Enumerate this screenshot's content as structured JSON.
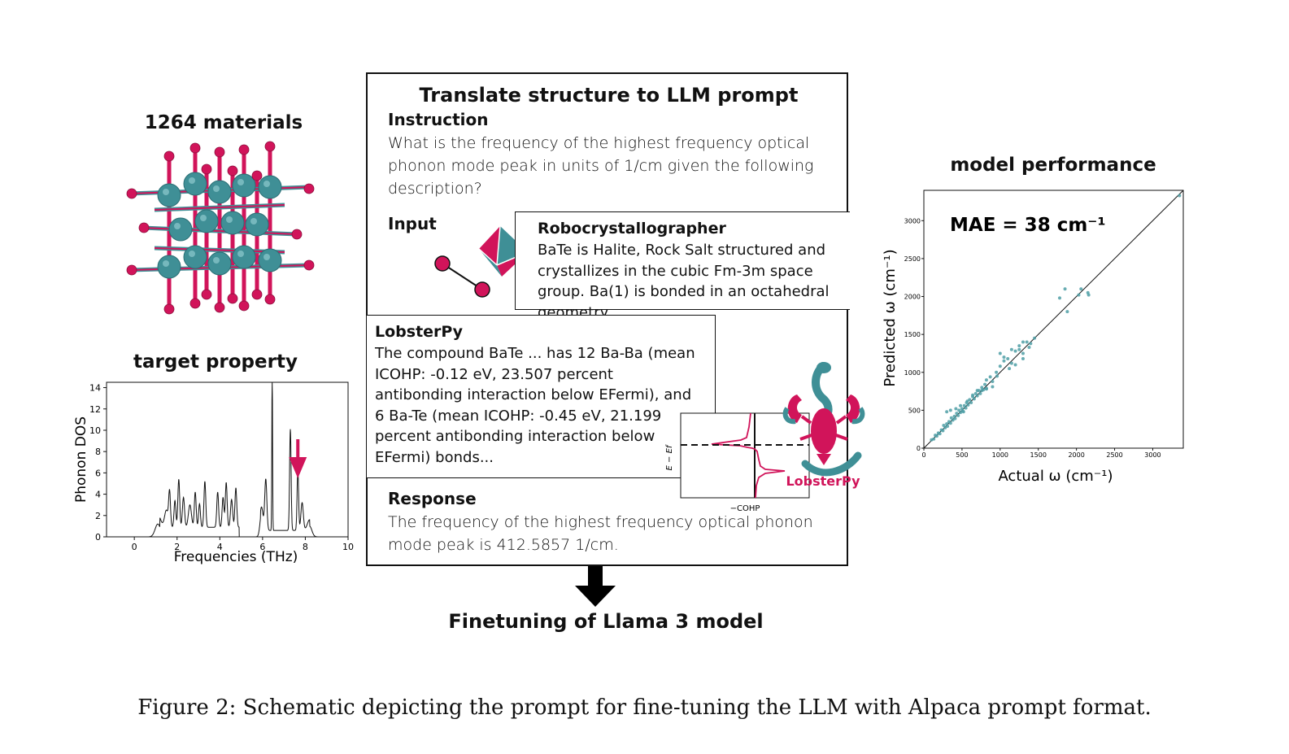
{
  "left": {
    "materials_title": "1264 materials",
    "target_title": "target property"
  },
  "prompt_box": {
    "title": "Translate structure to LLM prompt",
    "instruction_label": "Instruction",
    "instruction_text": "What is the frequency of the highest frequency optical phonon mode peak in units of 1/cm given the following description?",
    "input_label": "Input",
    "robo_label": "Robocrystallographer",
    "robo_text": "BaTe is Halite, Rock Salt structured and crystallizes in the cubic Fm-3m space group. Ba(1) is bonded in an octahedral geometry...",
    "lobster_label": "LobsterPy",
    "lobster_text": "The compound BaTe ... has 12 Ba-Ba (mean ICOHP: -0.12 eV, 23.507 percent antibonding interaction below EFermi), and 6 Ba-Te (mean ICOHP: -0.45 eV, 21.199 percent antibonding interaction below EFermi) bonds...",
    "response_label": "Response",
    "response_text": "The frequency of the highest frequency optical phonon mode peak is 412.5857 1/cm.",
    "cohp_ylabel": "E − Ef",
    "cohp_xlabel": "−COHP",
    "lobster_logo_text": "LobsterPy"
  },
  "finetune_label": "Finetuning of Llama 3 model",
  "right": {
    "title": "model performance"
  },
  "caption": "Figure 2: Schematic depicting the prompt for fine-tuning the LLM with Alpaca prompt format.",
  "colors": {
    "magenta": "#d1145a",
    "teal": "#3f8f96",
    "scatter_teal": "#4f9fa6"
  },
  "chart_data": [
    {
      "type": "line",
      "xlabel": "Frequencies (THz)",
      "ylabel": "Phonon DOS",
      "xlim": [
        -1.3,
        10
      ],
      "ylim": [
        0,
        14.5
      ],
      "xticks": [
        0,
        2,
        4,
        6,
        8,
        10
      ],
      "yticks": [
        0,
        2,
        4,
        6,
        8,
        10,
        12,
        14
      ],
      "peaks": [
        {
          "x": 1.1,
          "h": 1.2,
          "w": 0.18
        },
        {
          "x": 1.5,
          "h": 1.6,
          "w": 0.12
        },
        {
          "x": 1.65,
          "h": 3.2,
          "w": 0.06
        },
        {
          "x": 1.9,
          "h": 2.5,
          "w": 0.06
        },
        {
          "x": 2.08,
          "h": 4.5,
          "w": 0.06
        },
        {
          "x": 2.3,
          "h": 2.8,
          "w": 0.07
        },
        {
          "x": 2.6,
          "h": 2.1,
          "w": 0.1
        },
        {
          "x": 2.85,
          "h": 3.3,
          "w": 0.06
        },
        {
          "x": 3.05,
          "h": 2.2,
          "w": 0.06
        },
        {
          "x": 3.3,
          "h": 4.3,
          "w": 0.06
        },
        {
          "x": 3.9,
          "h": 3.3,
          "w": 0.06
        },
        {
          "x": 4.15,
          "h": 2.8,
          "w": 0.06
        },
        {
          "x": 4.3,
          "h": 4.2,
          "w": 0.06
        },
        {
          "x": 4.55,
          "h": 2.6,
          "w": 0.07
        },
        {
          "x": 4.75,
          "h": 3.7,
          "w": 0.06
        },
        {
          "x": 5.95,
          "h": 2.2,
          "w": 0.1
        },
        {
          "x": 6.15,
          "h": 4.8,
          "w": 0.07
        },
        {
          "x": 6.45,
          "h": 14.3,
          "w": 0.025
        },
        {
          "x": 7.3,
          "h": 9.5,
          "w": 0.05
        },
        {
          "x": 7.65,
          "h": 5.8,
          "w": 0.05
        },
        {
          "x": 7.85,
          "h": 2.6,
          "w": 0.08
        },
        {
          "x": 8.2,
          "h": 1.0,
          "w": 0.15
        }
      ],
      "arrow_at_x": 7.65
    },
    {
      "type": "scatter",
      "xlabel": "Actual ω (cm⁻¹)",
      "ylabel": "Predicted ω (cm⁻¹)",
      "xlim": [
        0,
        3400
      ],
      "ylim": [
        0,
        3400
      ],
      "xticks": [
        0,
        500,
        1000,
        1500,
        2000,
        2500,
        3000
      ],
      "yticks": [
        0,
        500,
        1000,
        1500,
        2000,
        2500,
        3000
      ],
      "annotation": "MAE = 38 cm⁻¹",
      "points": [
        [
          100,
          110
        ],
        [
          130,
          120
        ],
        [
          150,
          170
        ],
        [
          170,
          160
        ],
        [
          190,
          200
        ],
        [
          210,
          190
        ],
        [
          230,
          240
        ],
        [
          250,
          230
        ],
        [
          260,
          300
        ],
        [
          280,
          270
        ],
        [
          300,
          320
        ],
        [
          310,
          290
        ],
        [
          330,
          350
        ],
        [
          350,
          330
        ],
        [
          360,
          400
        ],
        [
          380,
          370
        ],
        [
          400,
          420
        ],
        [
          410,
          390
        ],
        [
          430,
          460
        ],
        [
          450,
          430
        ],
        [
          460,
          500
        ],
        [
          480,
          470
        ],
        [
          500,
          520
        ],
        [
          510,
          490
        ],
        [
          530,
          560
        ],
        [
          550,
          530
        ],
        [
          560,
          600
        ],
        [
          580,
          570
        ],
        [
          600,
          640
        ],
        [
          620,
          600
        ],
        [
          640,
          680
        ],
        [
          660,
          650
        ],
        [
          680,
          720
        ],
        [
          700,
          690
        ],
        [
          720,
          760
        ],
        [
          740,
          720
        ],
        [
          760,
          800
        ],
        [
          780,
          770
        ],
        [
          800,
          840
        ],
        [
          820,
          790
        ],
        [
          300,
          480
        ],
        [
          350,
          500
        ],
        [
          420,
          520
        ],
        [
          480,
          560
        ],
        [
          520,
          480
        ],
        [
          570,
          620
        ],
        [
          640,
          700
        ],
        [
          700,
          760
        ],
        [
          760,
          760
        ],
        [
          820,
          900
        ],
        [
          870,
          940
        ],
        [
          900,
          880
        ],
        [
          950,
          1000
        ],
        [
          1000,
          1080
        ],
        [
          1050,
          1150
        ],
        [
          1100,
          1180
        ],
        [
          1150,
          1120
        ],
        [
          1200,
          1280
        ],
        [
          1250,
          1300
        ],
        [
          1300,
          1250
        ],
        [
          1350,
          1400
        ],
        [
          1400,
          1380
        ],
        [
          1450,
          1450
        ],
        [
          1000,
          1250
        ],
        [
          1050,
          1200
        ],
        [
          1150,
          1300
        ],
        [
          1250,
          1350
        ],
        [
          1120,
          1050
        ],
        [
          1200,
          1100
        ],
        [
          1300,
          1180
        ],
        [
          1380,
          1330
        ],
        [
          820,
          780
        ],
        [
          900,
          810
        ],
        [
          960,
          950
        ],
        [
          1300,
          1400
        ],
        [
          1780,
          1980
        ],
        [
          1850,
          2100
        ],
        [
          1880,
          1800
        ],
        [
          2030,
          2020
        ],
        [
          2060,
          2100
        ],
        [
          2150,
          2050
        ],
        [
          2160,
          2020
        ],
        [
          3350,
          3330
        ]
      ]
    }
  ]
}
